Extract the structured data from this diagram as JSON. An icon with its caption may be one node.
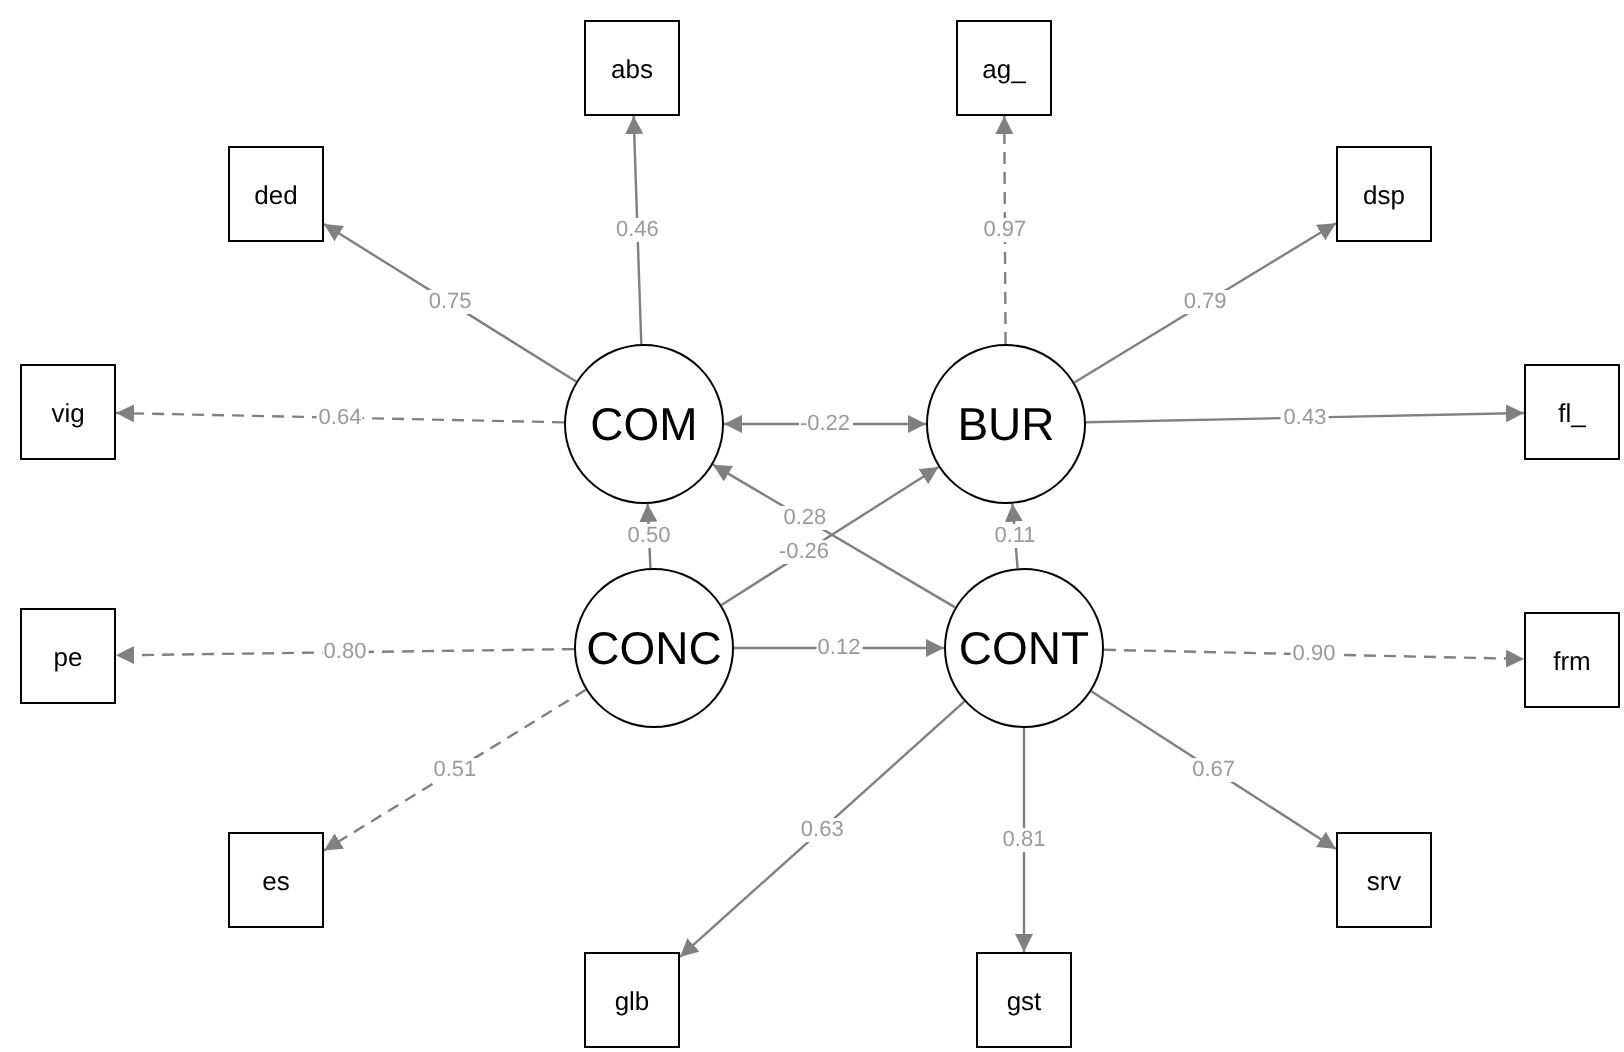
{
  "diagram": {
    "nodes": [
      {
        "text": [
          "abs"
        ]
      },
      {
        "text": [
          "ag_"
        ]
      },
      {
        "text": [
          "ded"
        ]
      },
      {
        "text": [
          "dsp"
        ]
      },
      {
        "text": [
          "vig"
        ]
      },
      {
        "text": [
          "COM"
        ]
      },
      {
        "text": [
          "BUR"
        ]
      },
      {
        "text": [
          "fl_"
        ]
      },
      {
        "text": [
          "CONC"
        ]
      },
      {
        "text": [
          "CONT"
        ]
      },
      {
        "text": [
          "pe"
        ]
      },
      {
        "text": [
          "frm"
        ]
      },
      {
        "text": [
          "es"
        ]
      },
      {
        "text": [
          "srv"
        ]
      },
      {
        "text": [
          "glb"
        ]
      },
      {
        "text": [
          "gst"
        ]
      }
    ],
    "edges": [
      {
        "from": 5,
        "to": 0,
        "arrow": "to",
        "label": "0.46"
      },
      {
        "from": 5,
        "to": 2,
        "arrow": "to",
        "label": "0.75"
      },
      {
        "from": 5,
        "to": 4,
        "arrow": "to",
        "label": "0.64",
        "style": "dashed"
      },
      {
        "from": 5,
        "to": 6,
        "arrow": "both",
        "label": "-0.22"
      },
      {
        "from": 6,
        "to": 1,
        "arrow": "to",
        "label": "0.97",
        "style": "dashed"
      },
      {
        "from": 6,
        "to": 3,
        "arrow": "to",
        "label": "0.79"
      },
      {
        "from": 6,
        "to": 7,
        "arrow": "to",
        "label": "0.43"
      },
      {
        "from": 8,
        "to": 5,
        "arrow": "to",
        "label": "0.50"
      },
      {
        "from": 8,
        "to": 6,
        "arrow": "to",
        "label": "-0.26"
      },
      {
        "from": 9,
        "to": 5,
        "arrow": "to",
        "label": "0.28"
      },
      {
        "from": 9,
        "to": 6,
        "arrow": "to",
        "label": "0.11"
      },
      {
        "from": 8,
        "to": 9,
        "arrow": "to",
        "label": "0.12"
      },
      {
        "from": 8,
        "to": 10,
        "arrow": "to",
        "label": "0.80",
        "style": "dashed"
      },
      {
        "from": 8,
        "to": 12,
        "arrow": "to",
        "label": "0.51",
        "style": "dashed"
      },
      {
        "from": 9,
        "to": 11,
        "arrow": "to",
        "label": "0.90",
        "style": "dashed"
      },
      {
        "from": 9,
        "to": 13,
        "arrow": "to",
        "label": "0.67"
      },
      {
        "from": 9,
        "to": 15,
        "arrow": "to",
        "label": "0.81"
      },
      {
        "from": 9,
        "to": 14,
        "arrow": "to",
        "label": "0.63"
      }
    ]
  }
}
